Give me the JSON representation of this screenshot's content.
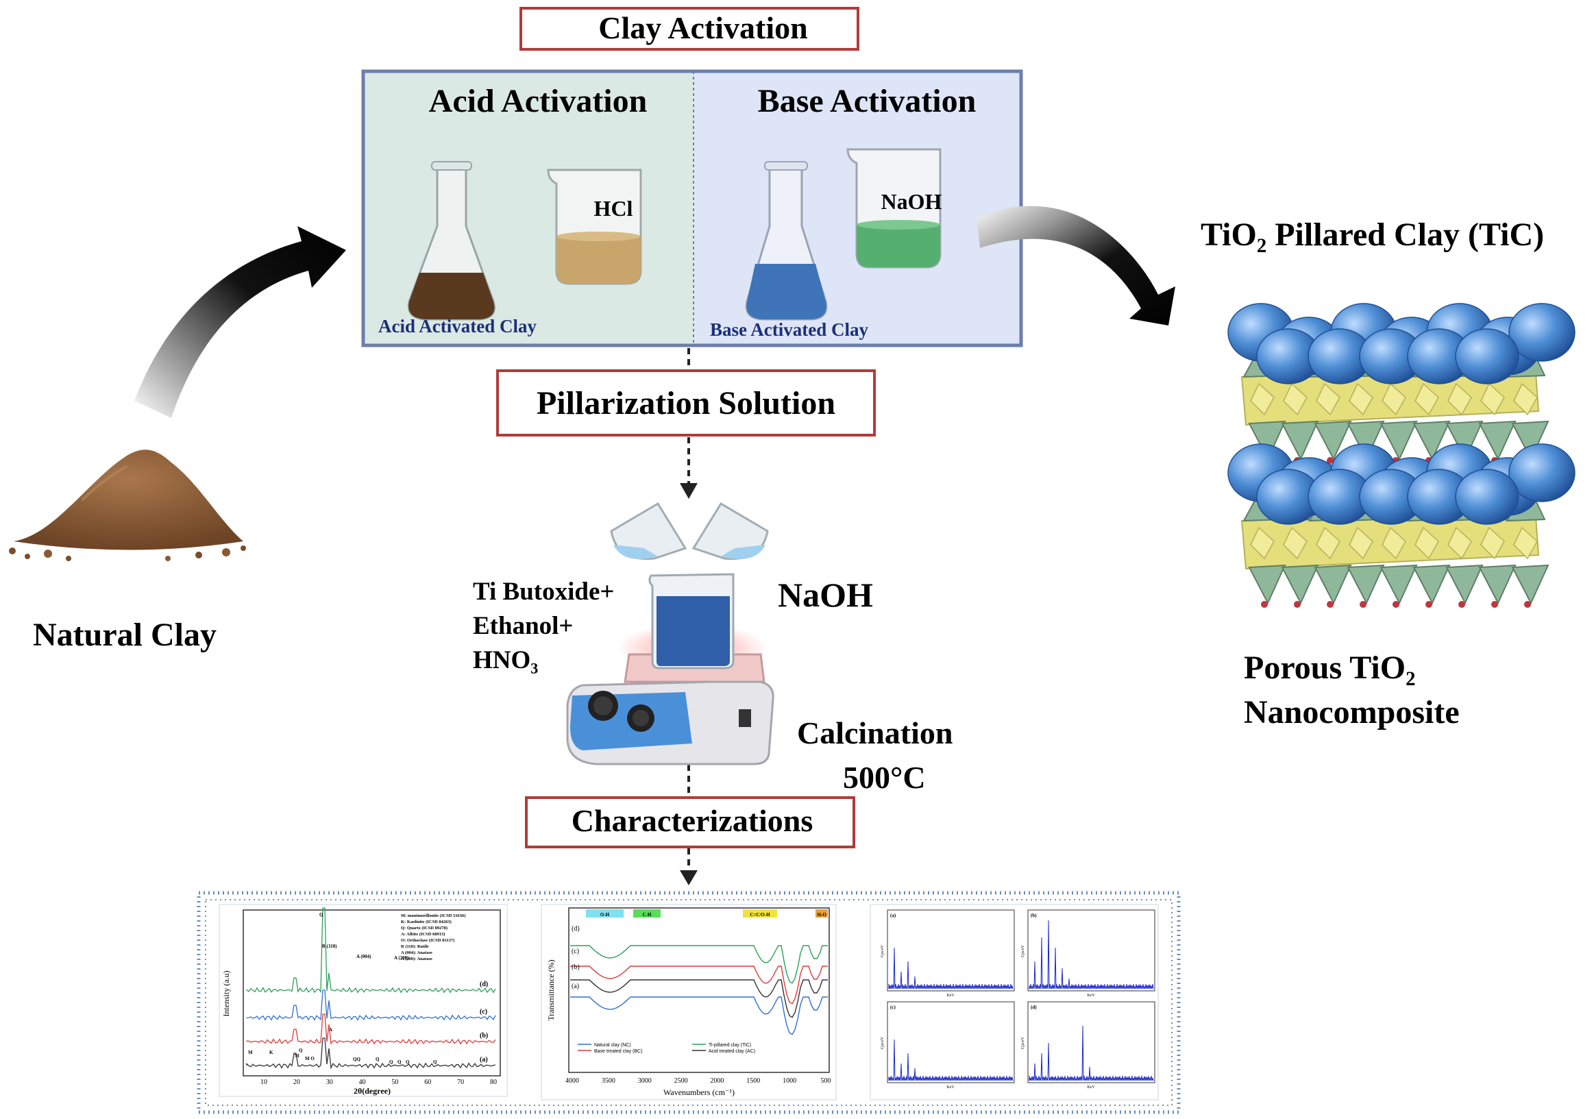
{
  "titles": {
    "clay_activation": "Clay Activation",
    "pillarization_solution": "Pillarization Solution",
    "characterizations": "Characterizations"
  },
  "activation": {
    "acid": {
      "heading": "Acid Activation",
      "reagent": "HCl",
      "product": "Acid Activated Clay",
      "panel_color": "#dbe9e4",
      "flask_color": "#5a3a1f",
      "beaker_color": "#c8a56a"
    },
    "base": {
      "heading": "Base Activation",
      "reagent": "NaOH",
      "product": "Base Activated Clay",
      "panel_color": "#dde5f6",
      "flask_color": "#3f74b8",
      "beaker_color": "#55b070"
    }
  },
  "natural_clay": {
    "label": "Natural Clay",
    "color": "#8a5a34"
  },
  "product": {
    "title": "TiO₂ Pillared Clay (TiC)",
    "caption_line1": "Porous TiO₂",
    "caption_line2": "Nanocomposite",
    "sphere_color": "#4f8fd6",
    "yellow_color": "#e4df7a",
    "green_color": "#8fb89a"
  },
  "pillarization": {
    "reagents_line1": "Ti Butoxide+",
    "reagents_line2": "Ethanol+",
    "reagents_line3": "HNO₃",
    "base": "NaOH",
    "calcination_line1": "Calcination",
    "calcination_line2": "500°C",
    "beaker_color": "#2f5fa8",
    "stirrer_color": "#4a90d9"
  },
  "charts": {
    "xrd": {
      "ylabel": "Intensity (a.u)",
      "xlabel": "2θ(degree)",
      "x_ticks": [
        "10",
        "20",
        "30",
        "40",
        "50",
        "60",
        "70",
        "80"
      ],
      "legend": [
        "M: montmorillonite (ICSD 51636)",
        "K: Kaolinite (ICSD 84263)",
        "Q: Quartz (ICSD 89278)",
        "A: Albite (ICSD 68913)",
        "O: Orthoclase (ICSD 81137)",
        "R (110): Rutile",
        "A (004): Anatase",
        "A (200): Anatase"
      ],
      "curve_labels": [
        "(d)",
        "(c)",
        "(b)",
        "(a)"
      ],
      "peak_labels": [
        "Q",
        "R (110)",
        "A (004)",
        "A (200)",
        "M",
        "K",
        "M",
        "Q",
        "M O",
        "A",
        "QQ",
        "Q",
        "Q",
        "Q",
        "Q",
        "Q"
      ],
      "colors": [
        "#2aa05a",
        "#2f6fd0",
        "#e03a3a",
        "#333333"
      ]
    },
    "ftir": {
      "ylabel": "Transmittance (%)",
      "xlabel": "Wavenumbers (cm⁻¹)",
      "x_ticks": [
        "4000",
        "3500",
        "3000",
        "2500",
        "2000",
        "1500",
        "1000",
        "500"
      ],
      "band_labels": [
        "O-H",
        "C-H",
        "C=C/O-H",
        "Si-O"
      ],
      "band_colors": [
        "#7fe0f0",
        "#5bdc5b",
        "#f2e33c",
        "#e8a23a"
      ],
      "curve_labels": [
        "(d)",
        "(c)",
        "(b)",
        "(a)"
      ],
      "legend": [
        "Natural clay (NC)",
        "Ti-pillared clay (TiC)",
        "Base treated clay (BC)",
        "Acid treated clay (AC)"
      ],
      "colors": [
        "#2aa05a",
        "#e03a3a",
        "#333333",
        "#2f6fd0"
      ]
    },
    "edx": {
      "panel_labels": [
        "(a)",
        "(b)",
        "(c)",
        "(d)"
      ],
      "ylabel": "Cps/eV",
      "xlabel": "KeV",
      "color": "#1a28c8"
    }
  }
}
